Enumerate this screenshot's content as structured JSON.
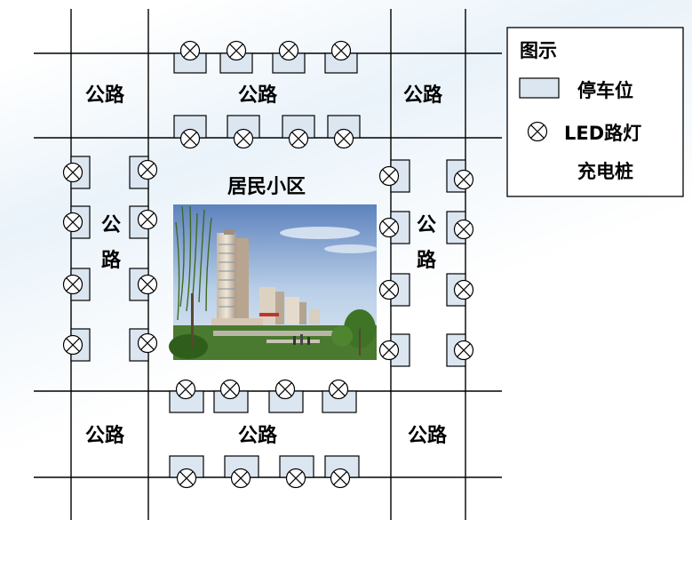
{
  "roads": {
    "road_label": "公路",
    "top_left": "公路",
    "top_middle": "公路",
    "top_right": "公路",
    "left_vertical": [
      "公",
      "路"
    ],
    "right_vertical": [
      "公",
      "路"
    ],
    "bottom_left": "公路",
    "bottom_middle": "公路",
    "bottom_right": "公路"
  },
  "community": {
    "title": "居民小区",
    "photo": "residential-buildings-photo"
  },
  "legend": {
    "title": "图示",
    "parking_label": "停车位",
    "led_label": "LED路灯",
    "charging_label": "充电桩",
    "parking_icon": "parking-space-icon",
    "led_icon": "led-charger-icon"
  },
  "colors": {
    "parking_fill": "#dbe6f1",
    "line": "#000000",
    "sky_top": "#6b8fc7",
    "sky_bottom": "#c9dbee",
    "grass": "#4a7a30"
  }
}
